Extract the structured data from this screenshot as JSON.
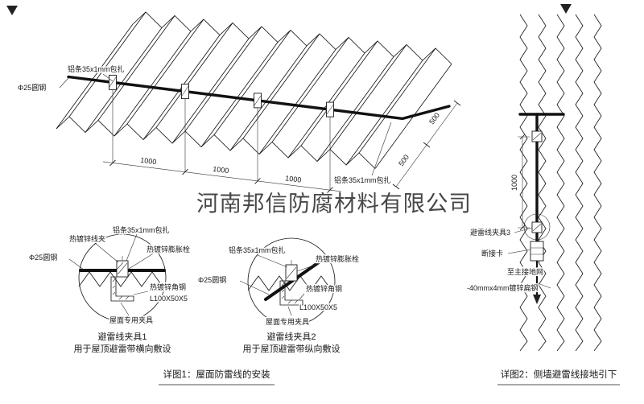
{
  "watermark": "河南邦信防腐材料有限公司",
  "colors": {
    "red": "#c00000",
    "line": "#1a1a1a",
    "watermark": "#999999"
  },
  "roof": {
    "label_strip_top": "铝条35x1mm包扎",
    "label_strip_right": "铝条35x1mm包扎",
    "label_round_steel": "Φ25圆钢",
    "dims_1000": [
      "1000",
      "1000",
      "1000"
    ],
    "dims_500": [
      "500",
      "500"
    ]
  },
  "detail1": {
    "labels": {
      "wire_clip": "热镀锌线夹",
      "strip": "铝条35x1mm包扎",
      "bolt": "热镀锌膨胀栓",
      "round_steel": "Φ25圆钢",
      "angle_steel": "热镀锌角钢",
      "angle_spec": "L100X50X5",
      "roof_clamp": "屋面专用夹具"
    },
    "caption_title": "避雷线夹具1",
    "caption_sub": "用于屋顶避雷带横向敷设"
  },
  "detail2": {
    "labels": {
      "strip": "铝条35x1mm包扎",
      "bolt": "热镀锌膨胀栓",
      "round_steel": "Φ25圆钢",
      "angle_steel": "热镀锌角钢",
      "angle_spec": "L100X50X5",
      "roof_clamp": "屋面专用夹具"
    },
    "caption_title": "避雷线夹具2",
    "caption_sub": "用于屋顶避雷带纵向敷设"
  },
  "wall": {
    "dim": "1000",
    "clamp3": "避雷线夹具3",
    "disconnect": "断接卡",
    "to_ground": "至主接地网",
    "flat_steel": "-40mmx4mm镀锌扁钢"
  },
  "captions": {
    "detail1": "详图1：屋面防雷线的安装",
    "detail2": "详图2：侧墙避雷线接地引下"
  }
}
